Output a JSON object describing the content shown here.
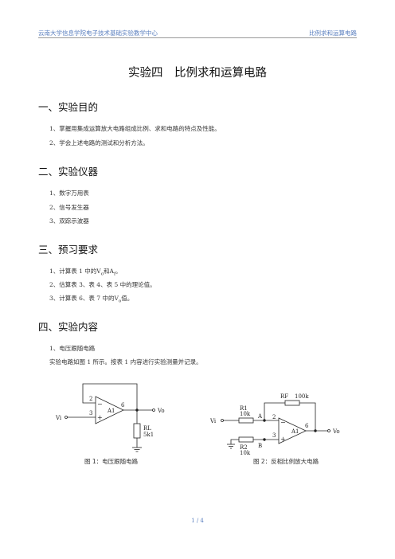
{
  "header": {
    "left": "云南大学信息学院电子技术基础实验教学中心",
    "right": "比例求和运算电路"
  },
  "title": "实验四　比例求和运算电路",
  "sections": [
    {
      "heading": "一、实验目的",
      "items": [
        "1、掌握用集成运算放大电路组成比例、求和电路的特点及性能。",
        "2、学会上述电路的测试和分析方法。"
      ]
    },
    {
      "heading": "二、实验仪器",
      "items": [
        "1、数字万用表",
        "2、信号发生器",
        "3、双踪示波器"
      ]
    },
    {
      "heading": "三、预习要求",
      "items": [
        "1、计算表 1 中的V",
        "2、估算表 3、表 4、表 5 中的理论值。",
        "3、计算表 6、表 7 中的V"
      ]
    },
    {
      "heading": "四、实验内容",
      "items": [
        "1、电压跟随电路",
        "实验电路如图 1 所示。按表 1 内容进行实验测量并记录。"
      ]
    }
  ],
  "prep_item1_sub": "o",
  "prep_item1_mid": "和A",
  "prep_item1_sub2": "f",
  "prep_item1_end": "。",
  "prep_item3_sub": "o",
  "prep_item3_end": "值。",
  "circuit1": {
    "pin_minus": "2",
    "pin_plus": "3",
    "pin_out": "6",
    "amp": "A1",
    "input": "Vi",
    "output": "Vo",
    "rl": "RL",
    "rl_val": "5k1",
    "caption": "图 1：电压跟随电路"
  },
  "circuit2": {
    "rf": "RF",
    "rf_val": "100k",
    "r1": "R1",
    "r1_val": "10k",
    "r2": "R2",
    "r2_val": "10k",
    "node_a": "A",
    "node_b": "B",
    "pin_minus": "2",
    "pin_plus": "3",
    "pin_out": "6",
    "amp": "A1",
    "input": "Vi",
    "output": "Vo",
    "caption": "图 2：反相比例放大电路"
  },
  "footer": "1 / 4"
}
